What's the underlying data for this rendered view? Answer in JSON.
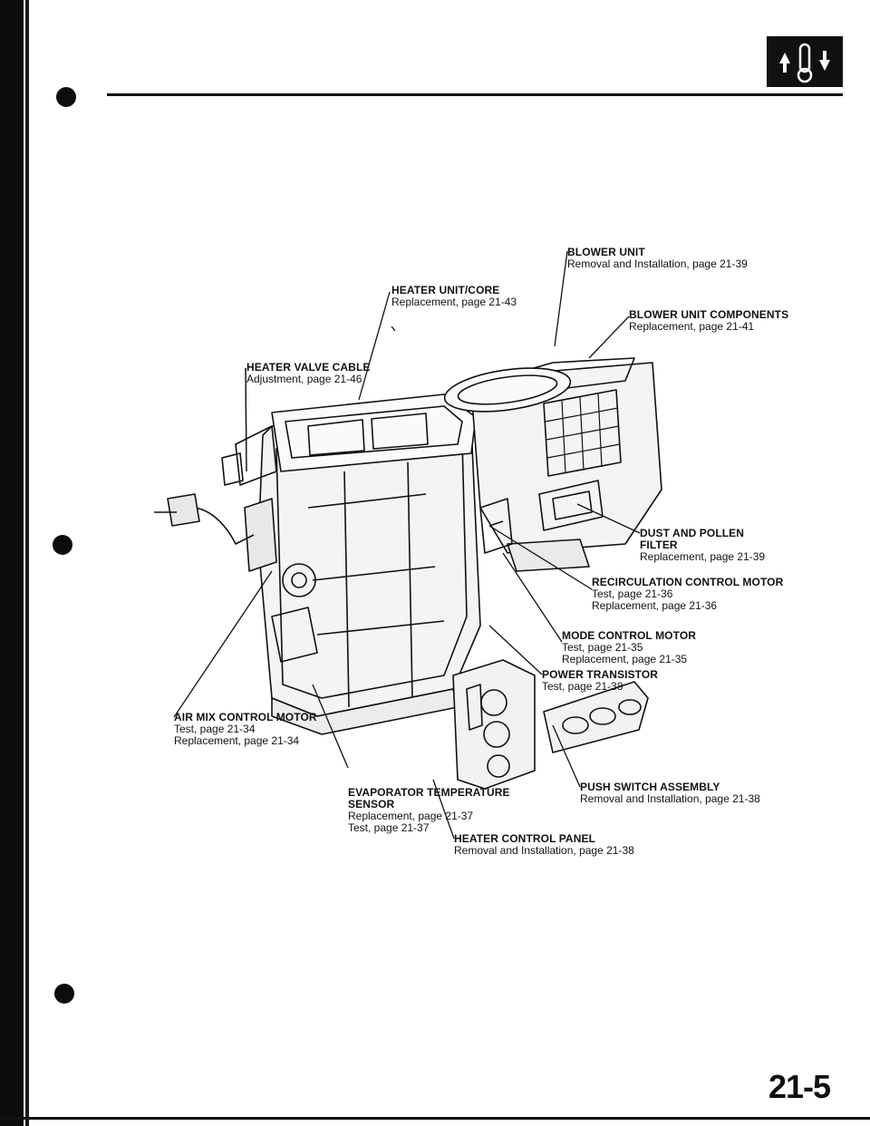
{
  "callouts": {
    "blower_unit": {
      "title": "BLOWER UNIT",
      "lines": [
        "Removal and Installation, page 21-39"
      ]
    },
    "heater_unit_core": {
      "title": "HEATER UNIT/CORE",
      "lines": [
        "Replacement, page 21-43"
      ]
    },
    "blower_unit_components": {
      "title": "BLOWER UNIT COMPONENTS",
      "lines": [
        "Replacement, page 21-41"
      ]
    },
    "heater_valve_cable": {
      "title": "HEATER VALVE CABLE",
      "lines": [
        "Adjustment, page 21-46"
      ]
    },
    "dust_pollen_filter": {
      "title": "DUST AND POLLEN",
      "title2": "FILTER",
      "lines": [
        "Replacement, page 21-39"
      ]
    },
    "recirculation_motor": {
      "title": "RECIRCULATION CONTROL MOTOR",
      "lines": [
        "Test, page 21-36",
        "Replacement, page 21-36"
      ]
    },
    "mode_motor": {
      "title": "MODE CONTROL MOTOR",
      "lines": [
        "Test, page 21-35",
        "Replacement, page 21-35"
      ]
    },
    "power_transistor": {
      "title": "POWER TRANSISTOR",
      "lines": [
        "Test, page 21-38"
      ]
    },
    "air_mix_motor": {
      "title": "AIR MIX CONTROL MOTOR",
      "lines": [
        "Test, page 21-34",
        "Replacement, page 21-34"
      ]
    },
    "evaporator_sensor": {
      "title": "EVAPORATOR TEMPERATURE",
      "title2": "SENSOR",
      "lines": [
        "Replacement, page 21-37",
        "Test, page 21-37"
      ]
    },
    "push_switch": {
      "title": "PUSH SWITCH ASSEMBLY",
      "lines": [
        "Removal and Installation, page 21-38"
      ]
    },
    "heater_control_panel": {
      "title": "HEATER CONTROL PANEL",
      "lines": [
        "Removal and Installation, page 21-38"
      ]
    }
  },
  "page_number": "21-5",
  "colors": {
    "ink": "#111111",
    "paper": "#ffffff"
  }
}
